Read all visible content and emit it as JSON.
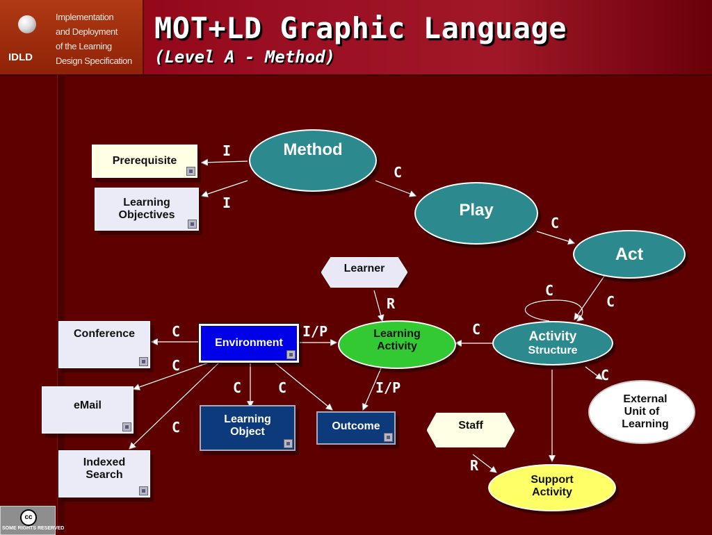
{
  "header": {
    "title": "MOT+LD Graphic Language",
    "subtitle": "(Level A - Method)",
    "logo_abbrev": "IDLD",
    "logo_lines": [
      "Implementation",
      "and Deployment",
      "of the Learning",
      "Design Specification"
    ]
  },
  "footer": {
    "cc_symbol": "cc",
    "cc_text": "SOME RIGHTS RESERVED"
  },
  "nodes": {
    "method": "Method",
    "play": "Play",
    "act": "Act",
    "prerequisite": "Prerequisite",
    "learning_objectives": [
      "Learning",
      "Objectives"
    ],
    "learner": "Learner",
    "staff": "Staff",
    "conference": "Conference",
    "environment": "Environment",
    "learning_activity": [
      "Learning",
      "Activity"
    ],
    "activity_structure": [
      "Activity",
      "Structure"
    ],
    "external_unit": [
      "External",
      "Unit of",
      "Learning"
    ],
    "email": "eMail",
    "indexed_search": [
      "Indexed",
      "Search"
    ],
    "learning_object": [
      "Learning",
      "Object"
    ],
    "outcome": "Outcome",
    "support_activity": [
      "Support",
      "Activity"
    ]
  },
  "links": {
    "i": "I",
    "c": "C",
    "r": "R",
    "ip": "I/P"
  },
  "colors": {
    "background": "#5e0000",
    "teal": "#2c8a8e",
    "environment_blue": "#0000e8",
    "navy": "#0c3a7a",
    "green": "#33c933",
    "yellow": "#ffff66"
  }
}
